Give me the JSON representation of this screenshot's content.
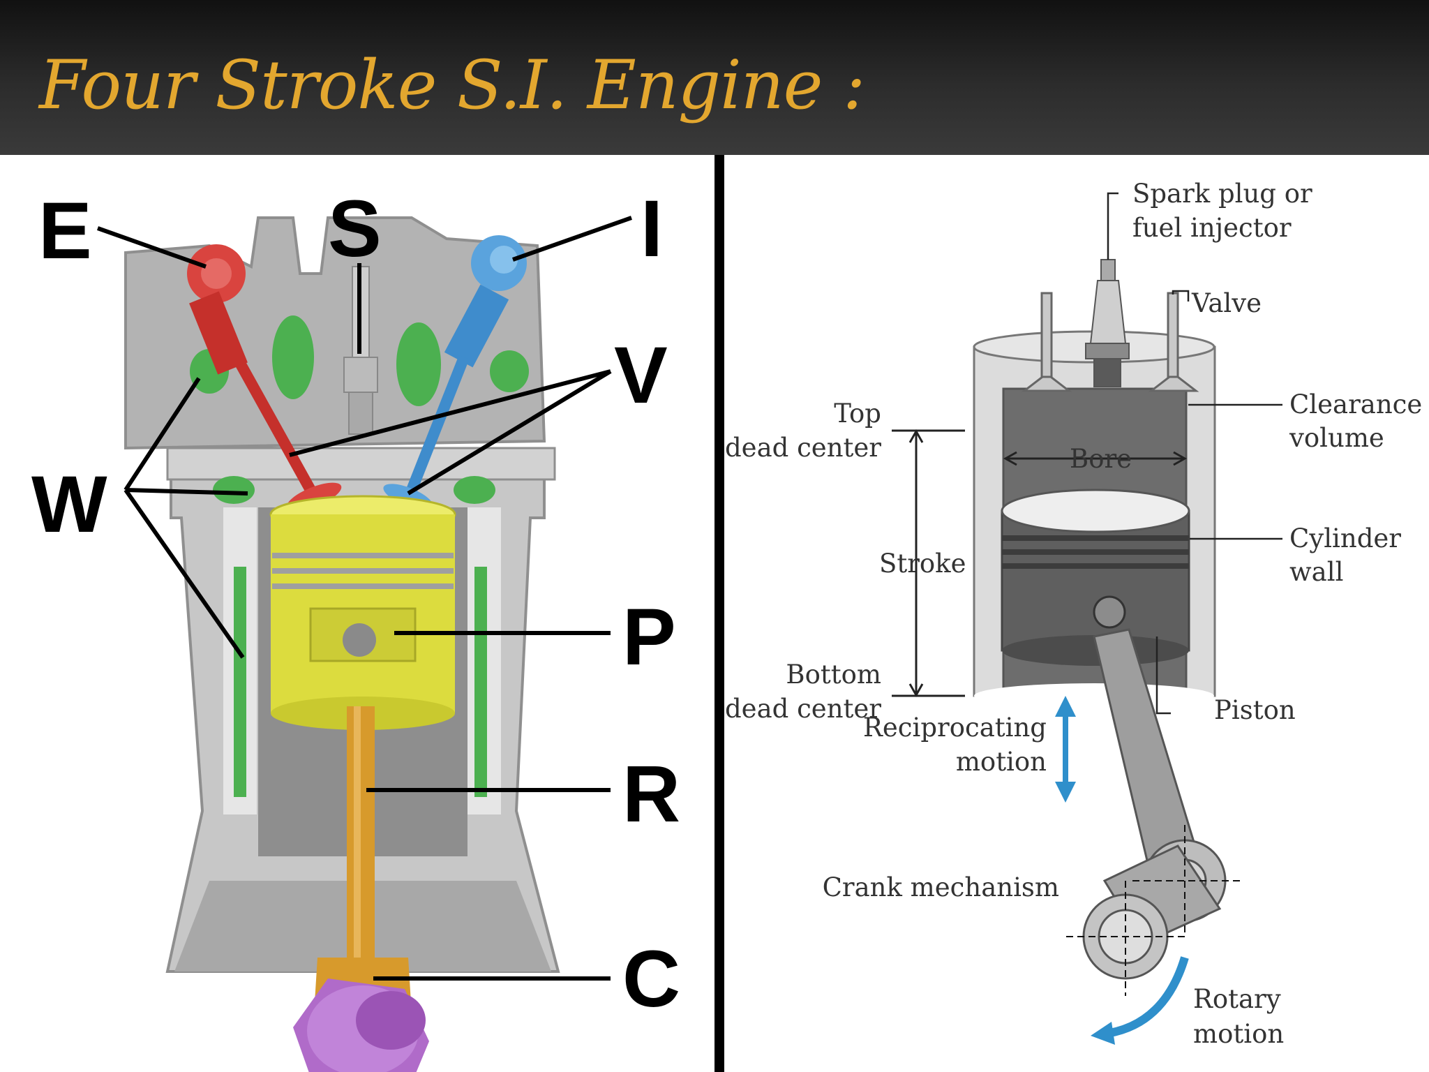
{
  "title": "Four Stroke S.I. Engine :",
  "colors": {
    "title": "#e3a72f",
    "exhaust_valve": "#d9443f",
    "intake_valve": "#5aa3dd",
    "water_jacket": "#4cb050",
    "piston": "#dcdc3e",
    "connecting_rod": "#d79a2c",
    "crankshaft": "#b06bc9",
    "motion_arrow": "#2f8fcb"
  },
  "left_diagram": {
    "labels": {
      "exhaust": "E",
      "spark": "S",
      "intake": "I",
      "valves": "V",
      "water": "W",
      "piston": "P",
      "rod": "R",
      "crank": "C"
    }
  },
  "right_diagram": {
    "labels": {
      "spark_line1": "Spark plug or",
      "spark_line2": "fuel injector",
      "valve": "Valve",
      "clearance_line1": "Clearance",
      "clearance_line2": "volume",
      "cylinder_line1": "Cylinder",
      "cylinder_line2": "wall",
      "tdc_line1": "Top",
      "tdc_line2": "dead center",
      "bore": "Bore",
      "stroke": "Stroke",
      "bdc_line1": "Bottom",
      "bdc_line2": "dead center",
      "piston": "Piston",
      "recip_line1": "Reciprocating",
      "recip_line2": "motion",
      "crank": "Crank mechanism",
      "rotary_line1": "Rotary",
      "rotary_line2": "motion"
    }
  }
}
